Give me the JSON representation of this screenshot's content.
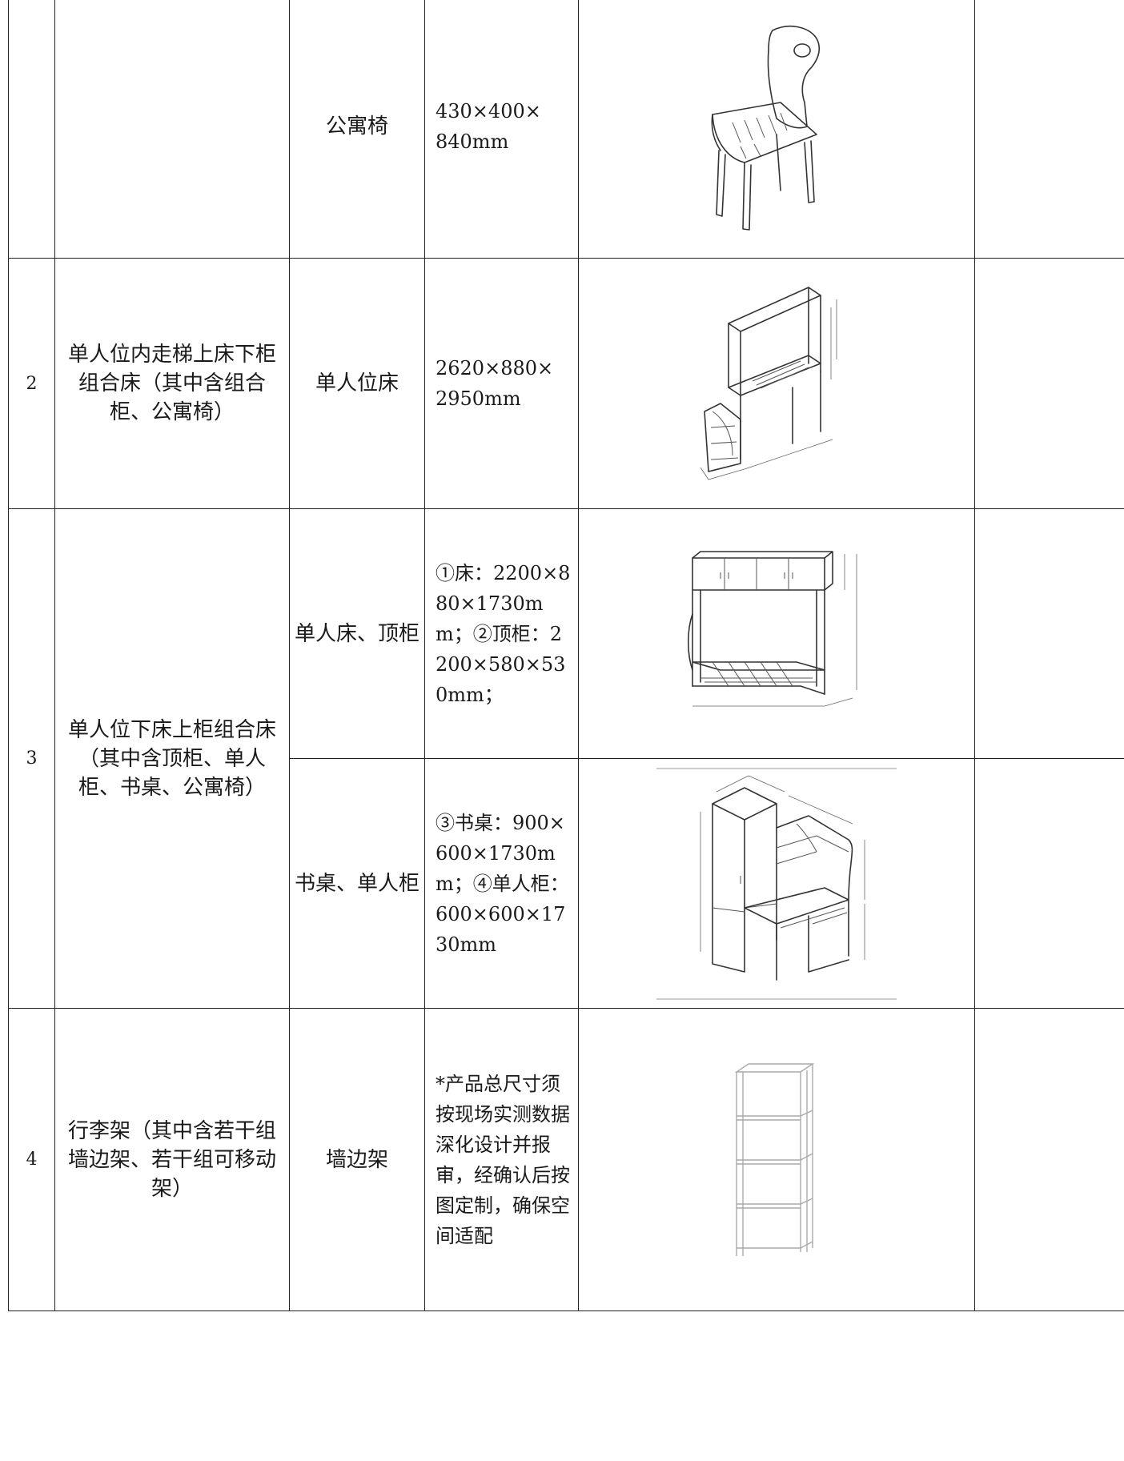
{
  "rows": [
    {
      "index": "",
      "name": "",
      "component": "公寓椅",
      "size": "430×400×\n840mm",
      "image": "chair-drawing"
    },
    {
      "index": "2",
      "name": "单人位内走梯上床下柜组合床（其中含组合柜、公寓椅）",
      "component": "单人位床",
      "size": "2620×880×\n2950mm",
      "image": "loft-bed-drawing"
    },
    {
      "index": "3",
      "name": "单人位下床上柜组合床（其中含顶柜、单人柜、书桌、公寓椅）",
      "component": "单人床、顶柜",
      "size": "①床：2200×880×1730mm；②顶柜：2200×580×530mm；",
      "image": "bed-top-cabinet-drawing"
    },
    {
      "index": "",
      "name": "",
      "component": "书桌、单人柜",
      "size": "③书桌：900×600×1730mm；④单人柜：600×600×1730mm",
      "image": "desk-wardrobe-drawing"
    },
    {
      "index": "4",
      "name": "行李架（其中含若干组墙边架、若干组可移动架）",
      "component": "墙边架",
      "size": "*产品总尺寸须按现场实测数据深化设计并报审，经确认后按图定制，确保空间适配",
      "image": "wall-shelf-drawing"
    }
  ]
}
